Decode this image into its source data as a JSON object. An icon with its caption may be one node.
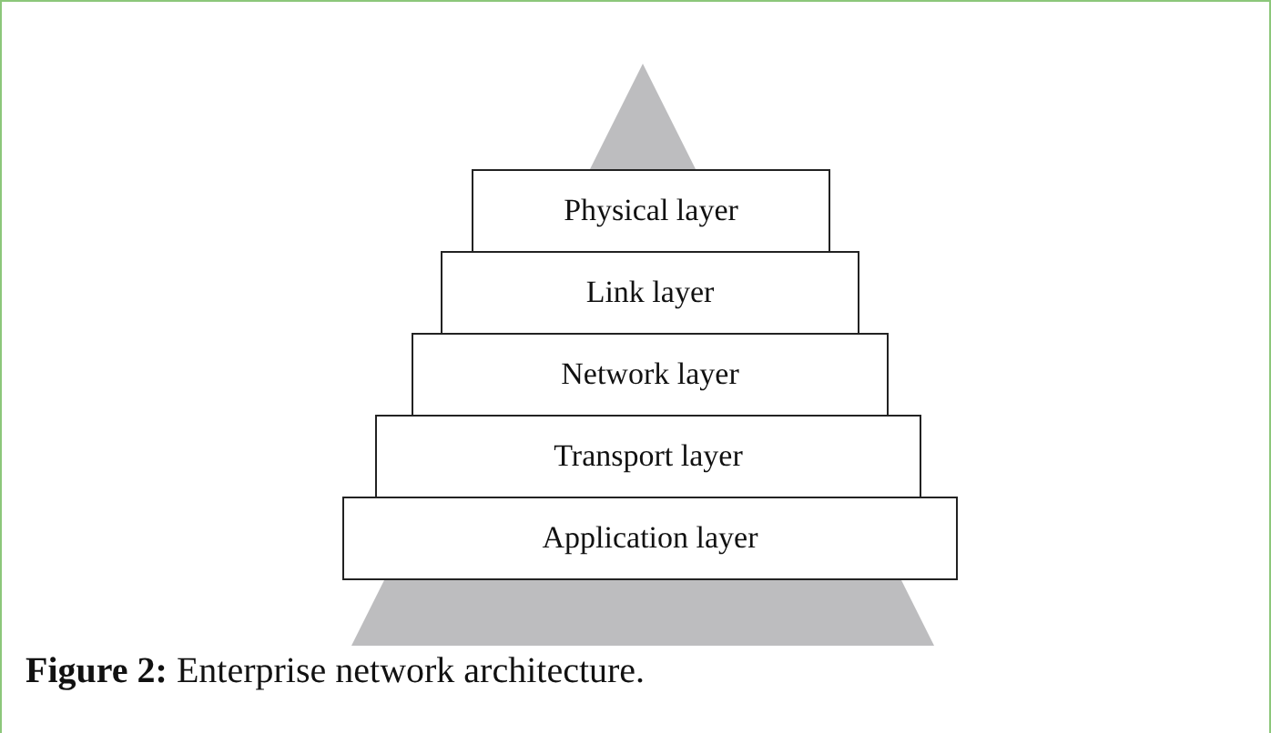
{
  "diagram": {
    "caption": "**Figure 2:** Enterprise network architecture.",
    "nodes": [
      {
        "text": [
          "Physical layer"
        ]
      },
      {
        "text": [
          "Link layer"
        ]
      },
      {
        "text": [
          "Network layer"
        ]
      },
      {
        "text": [
          "Transport layer"
        ]
      },
      {
        "text": [
          "Application layer"
        ]
      }
    ]
  }
}
